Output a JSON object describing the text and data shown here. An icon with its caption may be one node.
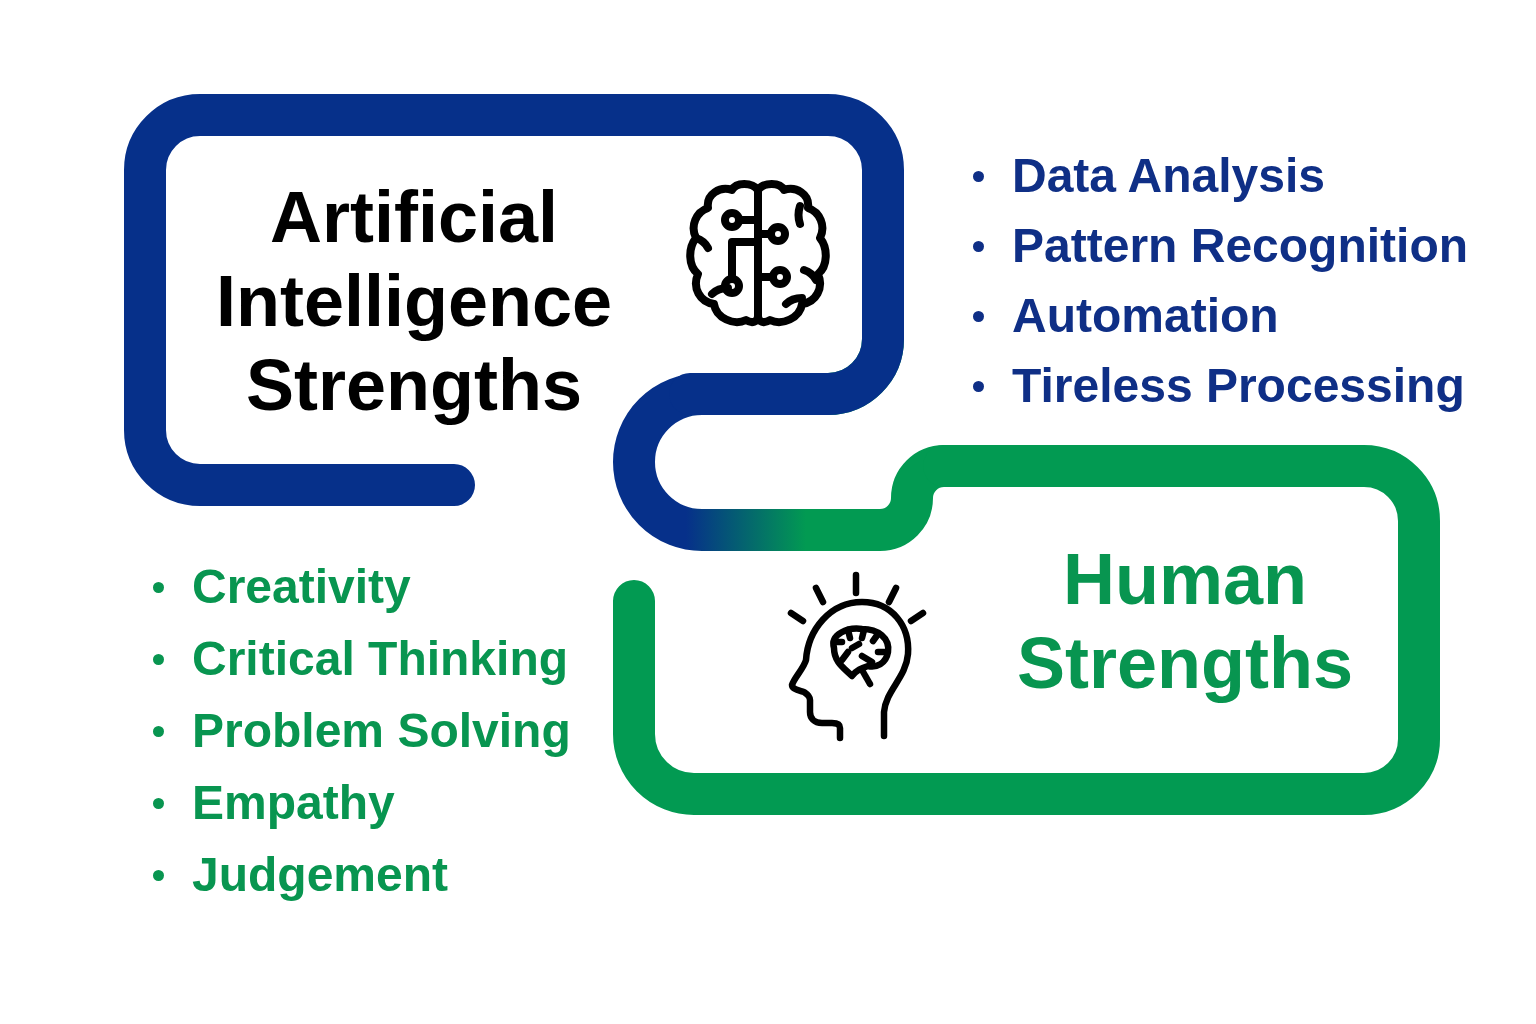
{
  "diagram": {
    "nodes": [
      {
        "text": [
          "Artificial Intelligence Strengths"
        ],
        "beside": [
          "Data Analysis",
          "Pattern Recognition",
          "Automation",
          "Tireless Processing"
        ]
      },
      {
        "text": [
          "Human Strengths"
        ],
        "beside": [
          "Creativity",
          "Critical Thinking",
          "Problem Solving",
          "Empathy",
          "Judgement"
        ]
      }
    ],
    "edges": [
      {
        "from": 0,
        "to": 1,
        "arrow": "none"
      }
    ]
  }
}
